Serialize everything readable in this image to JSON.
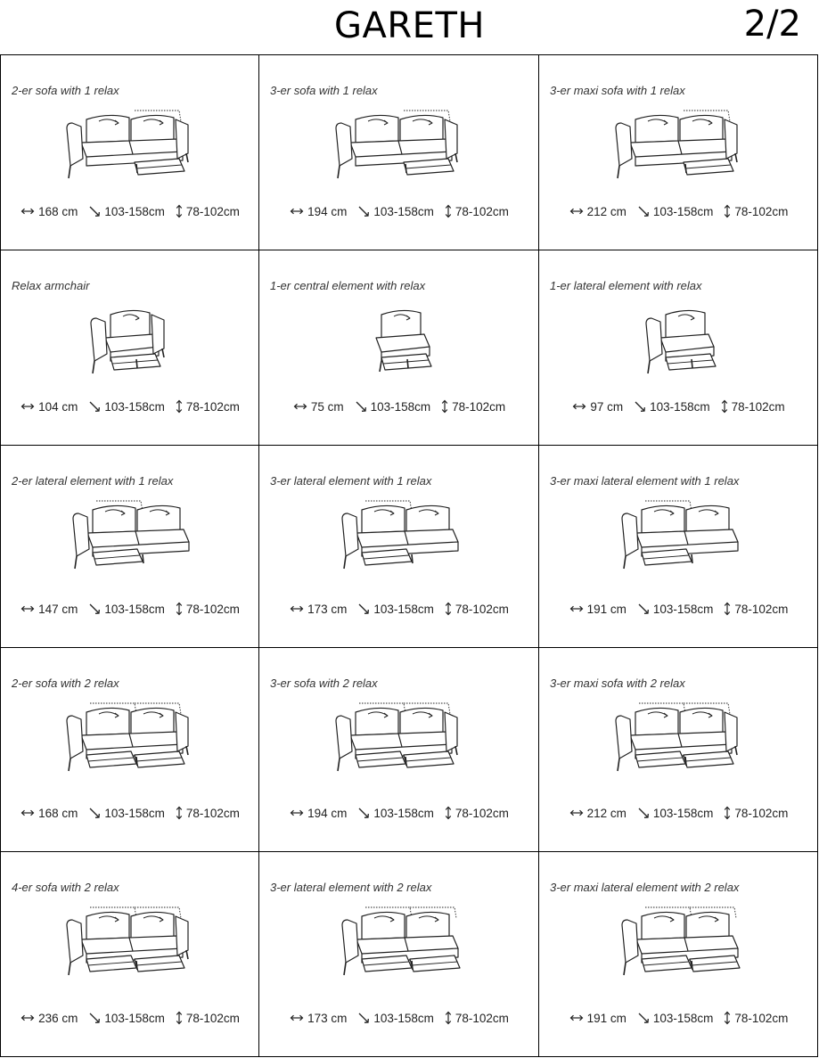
{
  "header": {
    "title": "GARETH",
    "page": "2/2"
  },
  "cells": [
    {
      "label": "2-er sofa with 1 relax",
      "width": "168 cm",
      "depth": "103-158cm",
      "height": "78-102cm",
      "seats": 2,
      "relax": [
        1
      ],
      "arm": "both"
    },
    {
      "label": "3-er sofa with 1 relax",
      "width": "194 cm",
      "depth": "103-158cm",
      "height": "78-102cm",
      "seats": 2,
      "relax": [
        1
      ],
      "arm": "both"
    },
    {
      "label": "3-er maxi sofa with 1 relax",
      "width": "212 cm",
      "depth": "103-158cm",
      "height": "78-102cm",
      "seats": 2,
      "relax": [
        1
      ],
      "arm": "both"
    },
    {
      "label": "Relax armchair",
      "width": "104 cm",
      "depth": "103-158cm",
      "height": "78-102cm",
      "seats": 1,
      "relax": [
        0
      ],
      "arm": "both"
    },
    {
      "label": "1-er central element with relax",
      "width": "75 cm",
      "depth": "103-158cm",
      "height": "78-102cm",
      "seats": 1,
      "relax": [
        0
      ],
      "arm": "none"
    },
    {
      "label": "1-er lateral element with relax",
      "width": "97 cm",
      "depth": "103-158cm",
      "height": "78-102cm",
      "seats": 1,
      "relax": [
        0
      ],
      "arm": "left"
    },
    {
      "label": "2-er lateral element with 1 relax",
      "width": "147 cm",
      "depth": "103-158cm",
      "height": "78-102cm",
      "seats": 2,
      "relax": [
        0
      ],
      "arm": "left"
    },
    {
      "label": "3-er lateral element with 1 relax",
      "width": "173 cm",
      "depth": "103-158cm",
      "height": "78-102cm",
      "seats": 2,
      "relax": [
        0
      ],
      "arm": "left"
    },
    {
      "label": "3-er maxi lateral element with 1 relax",
      "width": "191 cm",
      "depth": "103-158cm",
      "height": "78-102cm",
      "seats": 2,
      "relax": [
        0
      ],
      "arm": "left"
    },
    {
      "label": "2-er sofa with 2 relax",
      "width": "168 cm",
      "depth": "103-158cm",
      "height": "78-102cm",
      "seats": 2,
      "relax": [
        0,
        1
      ],
      "arm": "both"
    },
    {
      "label": "3-er sofa with 2 relax",
      "width": "194 cm",
      "depth": "103-158cm",
      "height": "78-102cm",
      "seats": 2,
      "relax": [
        0,
        1
      ],
      "arm": "both"
    },
    {
      "label": "3-er maxi sofa with 2 relax",
      "width": "212 cm",
      "depth": "103-158cm",
      "height": "78-102cm",
      "seats": 2,
      "relax": [
        0,
        1
      ],
      "arm": "both"
    },
    {
      "label": "4-er sofa with 2 relax",
      "width": "236 cm",
      "depth": "103-158cm",
      "height": "78-102cm",
      "seats": 2,
      "relax": [
        0,
        1
      ],
      "arm": "both"
    },
    {
      "label": "3-er lateral element with 2 relax",
      "width": "173 cm",
      "depth": "103-158cm",
      "height": "78-102cm",
      "seats": 2,
      "relax": [
        0,
        1
      ],
      "arm": "left"
    },
    {
      "label": "3-er maxi lateral element with 2 relax",
      "width": "191 cm",
      "depth": "103-158cm",
      "height": "78-102cm",
      "seats": 2,
      "relax": [
        0,
        1
      ],
      "arm": "left"
    }
  ]
}
